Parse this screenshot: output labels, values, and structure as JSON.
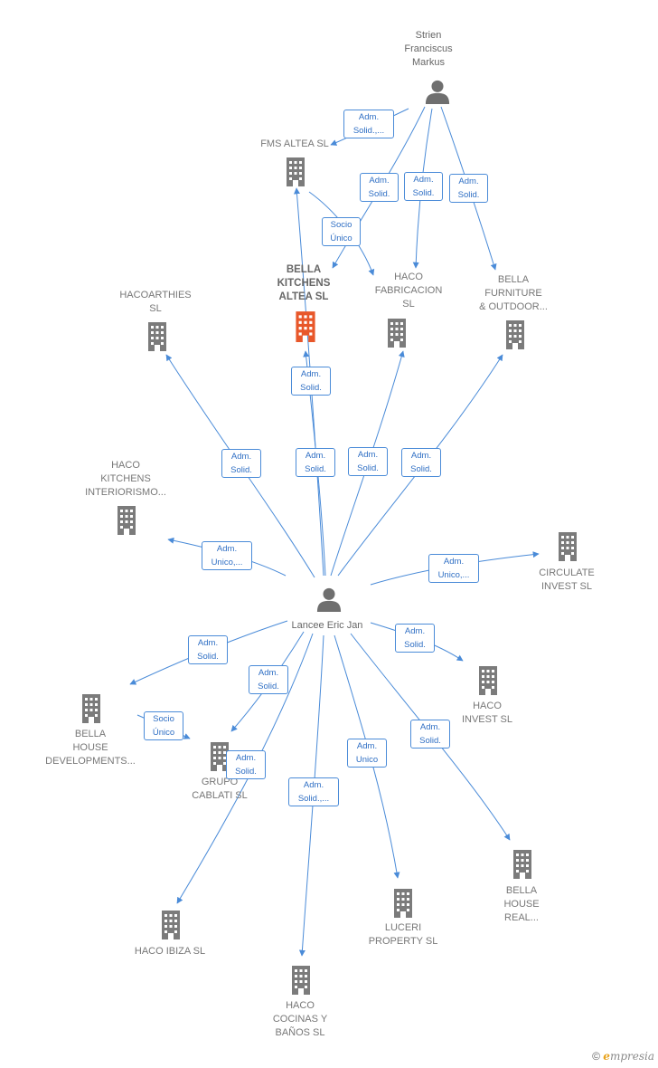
{
  "diagram": {
    "persons": [
      {
        "id": "strien",
        "label": "Strien\nFranciscus\nMarkus"
      },
      {
        "id": "lancee",
        "label": "Lancee Eric Jan"
      }
    ],
    "companies": [
      {
        "id": "fms",
        "label": "FMS ALTEA SL",
        "main": false
      },
      {
        "id": "bella_kitchens",
        "label": "BELLA\nKITCHENS\nALTEA SL",
        "main": true
      },
      {
        "id": "haco_fab",
        "label": "HACO\nFABRICACION\nSL",
        "main": false
      },
      {
        "id": "bella_furniture",
        "label": "BELLA\nFURNITURE\n& OUTDOOR...",
        "main": false
      },
      {
        "id": "hacoarthies",
        "label": "HACOARTHIES\nSL",
        "main": false
      },
      {
        "id": "haco_kitchens",
        "label": "HACO\nKITCHENS\nINTERIORISMO...",
        "main": false
      },
      {
        "id": "circulate",
        "label": "CIRCULATE\nINVEST SL",
        "main": false
      },
      {
        "id": "haco_invest",
        "label": "HACO\nINVEST SL",
        "main": false
      },
      {
        "id": "bella_house_dev",
        "label": "BELLA\nHOUSE\nDEVELOPMENTS...",
        "main": false
      },
      {
        "id": "grupo_cablati",
        "label": "GRUPO\nCABLATI SL",
        "main": false
      },
      {
        "id": "bella_house_real",
        "label": "BELLA\nHOUSE\nREAL...",
        "main": false
      },
      {
        "id": "haco_ibiza",
        "label": "HACO IBIZA SL",
        "main": false
      },
      {
        "id": "luceri",
        "label": "LUCERI\nPROPERTY SL",
        "main": false
      },
      {
        "id": "haco_cocinas",
        "label": "HACO\nCOCINAS Y\nBAÑOS SL",
        "main": false
      }
    ],
    "edge_labels": [
      {
        "id": "e1",
        "text": "Adm.\nSolid.,..."
      },
      {
        "id": "e2",
        "text": "Adm.\nSolid."
      },
      {
        "id": "e3",
        "text": "Adm.\nSolid."
      },
      {
        "id": "e4",
        "text": "Adm.\nSolid."
      },
      {
        "id": "e5",
        "text": "Socio\nÚnico"
      },
      {
        "id": "e6",
        "text": "Adm.\nSolid."
      },
      {
        "id": "e7",
        "text": "Adm.\nSolid."
      },
      {
        "id": "e8",
        "text": "Adm.\nSolid."
      },
      {
        "id": "e9",
        "text": "Adm.\nSolid."
      },
      {
        "id": "e10",
        "text": "Adm.\nSolid."
      },
      {
        "id": "e11",
        "text": "Adm.\nUnico,..."
      },
      {
        "id": "e12",
        "text": "Adm.\nUnico,..."
      },
      {
        "id": "e13",
        "text": "Adm.\nSolid."
      },
      {
        "id": "e14",
        "text": "Adm.\nSolid."
      },
      {
        "id": "e15",
        "text": "Socio\nÚnico"
      },
      {
        "id": "e16",
        "text": "Adm.\nSolid."
      },
      {
        "id": "e17",
        "text": "Adm.\nSolid."
      },
      {
        "id": "e18",
        "text": "Adm.\nSolid.,..."
      },
      {
        "id": "e19",
        "text": "Adm.\nUnico"
      },
      {
        "id": "e20",
        "text": "Adm.\nSolid."
      }
    ],
    "colors": {
      "edge": "#4a8bd8",
      "building": "#7b7b7b",
      "main_building": "#e8572a",
      "person": "#6f6f6f"
    }
  },
  "brand": {
    "copyright": "©",
    "e": "e",
    "name": "mpresia"
  }
}
